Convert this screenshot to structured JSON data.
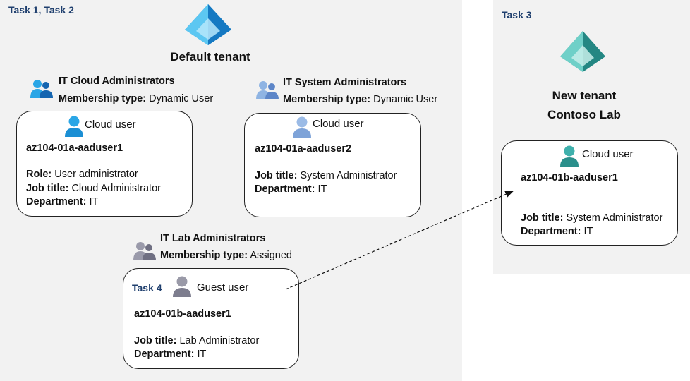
{
  "left_panel": {
    "task_label": "Task 1, Task 2",
    "tenant": {
      "name": "Default tenant",
      "icon": "azure-ad-pyramid-icon"
    },
    "groups": [
      {
        "name": "IT Cloud Administrators",
        "membership_key": "Membership type:",
        "membership_value": "Dynamic User",
        "icon": "user-group-icon",
        "user": {
          "type": "Cloud user",
          "upn": "az104-01a-aaduser1",
          "role_key": "Role:",
          "role_value": "User administrator",
          "job_key": "Job title:",
          "job_value": "Cloud Administrator",
          "dept_key": "Department:",
          "dept_value": "IT"
        }
      },
      {
        "name": "IT System Administrators",
        "membership_key": "Membership type:",
        "membership_value": "Dynamic User",
        "icon": "user-group-icon",
        "user": {
          "type": "Cloud user",
          "upn": "az104-01a-aaduser2",
          "job_key": "Job title:",
          "job_value": "System Administrator",
          "dept_key": "Department:",
          "dept_value": "IT"
        }
      },
      {
        "name": "IT Lab Administrators",
        "membership_key": "Membership type:",
        "membership_value": "Assigned",
        "icon": "user-group-icon",
        "task_label": "Task 4",
        "user": {
          "type": "Guest user",
          "upn": "az104-01b-aaduser1",
          "job_key": "Job title:",
          "job_value": "Lab Administrator",
          "dept_key": "Department:",
          "dept_value": "IT"
        }
      }
    ]
  },
  "right_panel": {
    "task_label": "Task 3",
    "tenant": {
      "line1": "New tenant",
      "line2": "Contoso Lab",
      "icon": "azure-ad-pyramid-icon"
    },
    "user": {
      "type": "Cloud user",
      "upn": "az104-01b-aaduser1",
      "job_key": "Job title:",
      "job_value": "System Administrator",
      "dept_key": "Department:",
      "dept_value": "IT"
    }
  },
  "colors": {
    "panel_bg": "#f2f2f2",
    "task_label": "#1f3f6e",
    "azure_blue": "#2aa6e6",
    "teal": "#3fb0ac",
    "guest_gray": "#8a8a9a"
  }
}
